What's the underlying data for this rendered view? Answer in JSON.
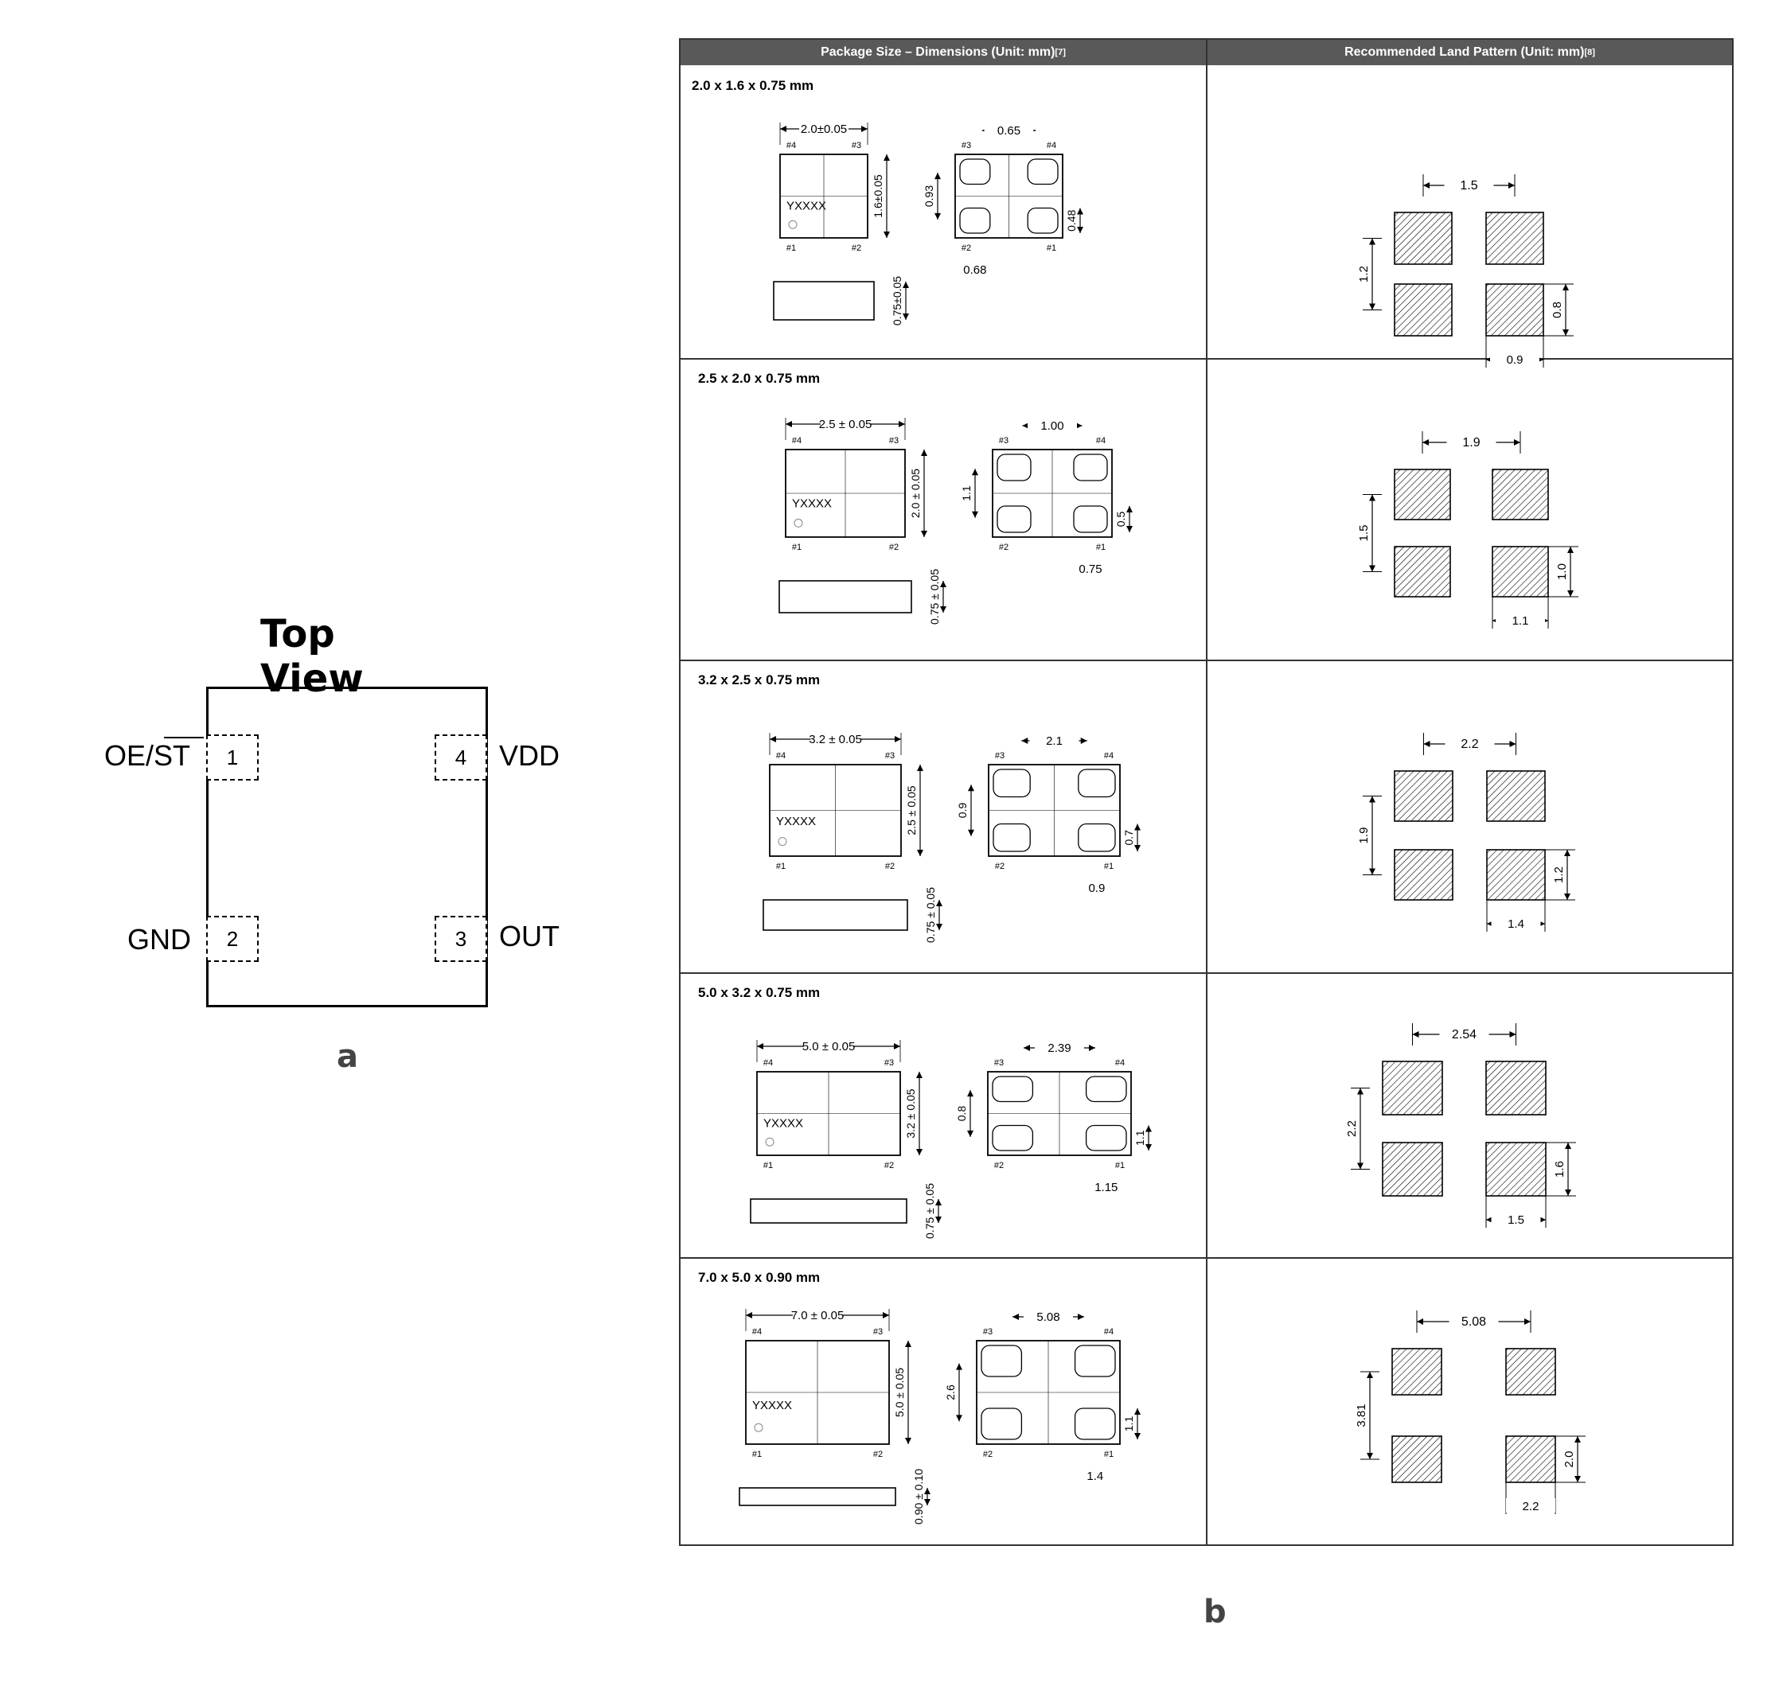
{
  "panel_a": {
    "title": "Top View",
    "letter": "a",
    "pins": [
      {
        "number": "1",
        "name": "OE/ST"
      },
      {
        "number": "2",
        "name": "GND"
      },
      {
        "number": "3",
        "name": "OUT"
      },
      {
        "number": "4",
        "name": "VDD"
      }
    ]
  },
  "panel_b": {
    "letter": "b",
    "header_left": "Package Size – Dimensions (Unit: mm)",
    "header_left_ref": "[7]",
    "header_right": "Recommended Land Pattern (Unit: mm)",
    "header_right_ref": "[8]",
    "marking": "YXXXX",
    "packages": [
      {
        "label": "2.0 x 1.6 x 0.75 mm",
        "pin_marks": [
          "#4",
          "#3",
          "#1",
          "#2"
        ],
        "bottom_pin_marks": [
          "#3",
          "#4",
          "#2",
          "#1"
        ],
        "dim_length": "2.0±0.05",
        "dim_width": "1.6±0.05",
        "dim_height": "0.75±0.05",
        "dim_pad_pitch": "0.65",
        "dim_pad_vert": "0.93",
        "dim_pad_h": "0.48",
        "dim_pad_w": "0.68",
        "land_pitch_x": "1.5",
        "land_pitch_y": "1.2",
        "land_pad_h": "0.8",
        "land_pad_w": "0.9"
      },
      {
        "label": "2.5 x 2.0 x 0.75 mm",
        "pin_marks": [
          "#4",
          "#3",
          "#1",
          "#2"
        ],
        "bottom_pin_marks": [
          "#3",
          "#4",
          "#2",
          "#1"
        ],
        "dim_length": "2.5 ± 0.05",
        "dim_width": "2.0 ± 0.05",
        "dim_height": "0.75 ± 0.05",
        "dim_pad_pitch": "1.00",
        "dim_pad_vert": "1.1",
        "dim_pad_h": "0.5",
        "dim_pad_w": "0.75",
        "land_pitch_x": "1.9",
        "land_pitch_y": "1.5",
        "land_pad_h": "1.0",
        "land_pad_w": "1.1"
      },
      {
        "label": "3.2 x 2.5 x 0.75 mm",
        "pin_marks": [
          "#4",
          "#3",
          "#1",
          "#2"
        ],
        "bottom_pin_marks": [
          "#3",
          "#4",
          "#2",
          "#1"
        ],
        "dim_length": "3.2 ± 0.05",
        "dim_width": "2.5 ± 0.05",
        "dim_height": "0.75 ± 0.05",
        "dim_pad_pitch": "2.1",
        "dim_pad_vert": "0.9",
        "dim_pad_h": "0.7",
        "dim_pad_w": "0.9",
        "land_pitch_x": "2.2",
        "land_pitch_y": "1.9",
        "land_pad_h": "1.2",
        "land_pad_w": "1.4"
      },
      {
        "label": "5.0 x 3.2 x 0.75 mm",
        "pin_marks": [
          "#4",
          "#3",
          "#1",
          "#2"
        ],
        "bottom_pin_marks": [
          "#3",
          "#4",
          "#2",
          "#1"
        ],
        "dim_length": "5.0 ± 0.05",
        "dim_width": "3.2 ± 0.05",
        "dim_height": "0.75 ± 0.05",
        "dim_pad_pitch": "2.39",
        "dim_pad_vert": "0.8",
        "dim_pad_h": "1.1",
        "dim_pad_w": "1.15",
        "land_pitch_x": "2.54",
        "land_pitch_y": "2.2",
        "land_pad_h": "1.6",
        "land_pad_w": "1.5"
      },
      {
        "label": "7.0 x 5.0 x 0.90 mm",
        "pin_marks": [
          "#4",
          "#3",
          "#1",
          "#2"
        ],
        "bottom_pin_marks": [
          "#3",
          "#4",
          "#2",
          "#1"
        ],
        "dim_length": "7.0 ± 0.05",
        "dim_width": "5.0 ± 0.05",
        "dim_height": "0.90 ± 0.10",
        "dim_pad_pitch": "5.08",
        "dim_pad_vert": "2.6",
        "dim_pad_h": "1.1",
        "dim_pad_w": "1.4",
        "land_pitch_x": "5.08",
        "land_pitch_y": "3.81",
        "land_pad_h": "2.0",
        "land_pad_w": "2.2"
      }
    ]
  }
}
